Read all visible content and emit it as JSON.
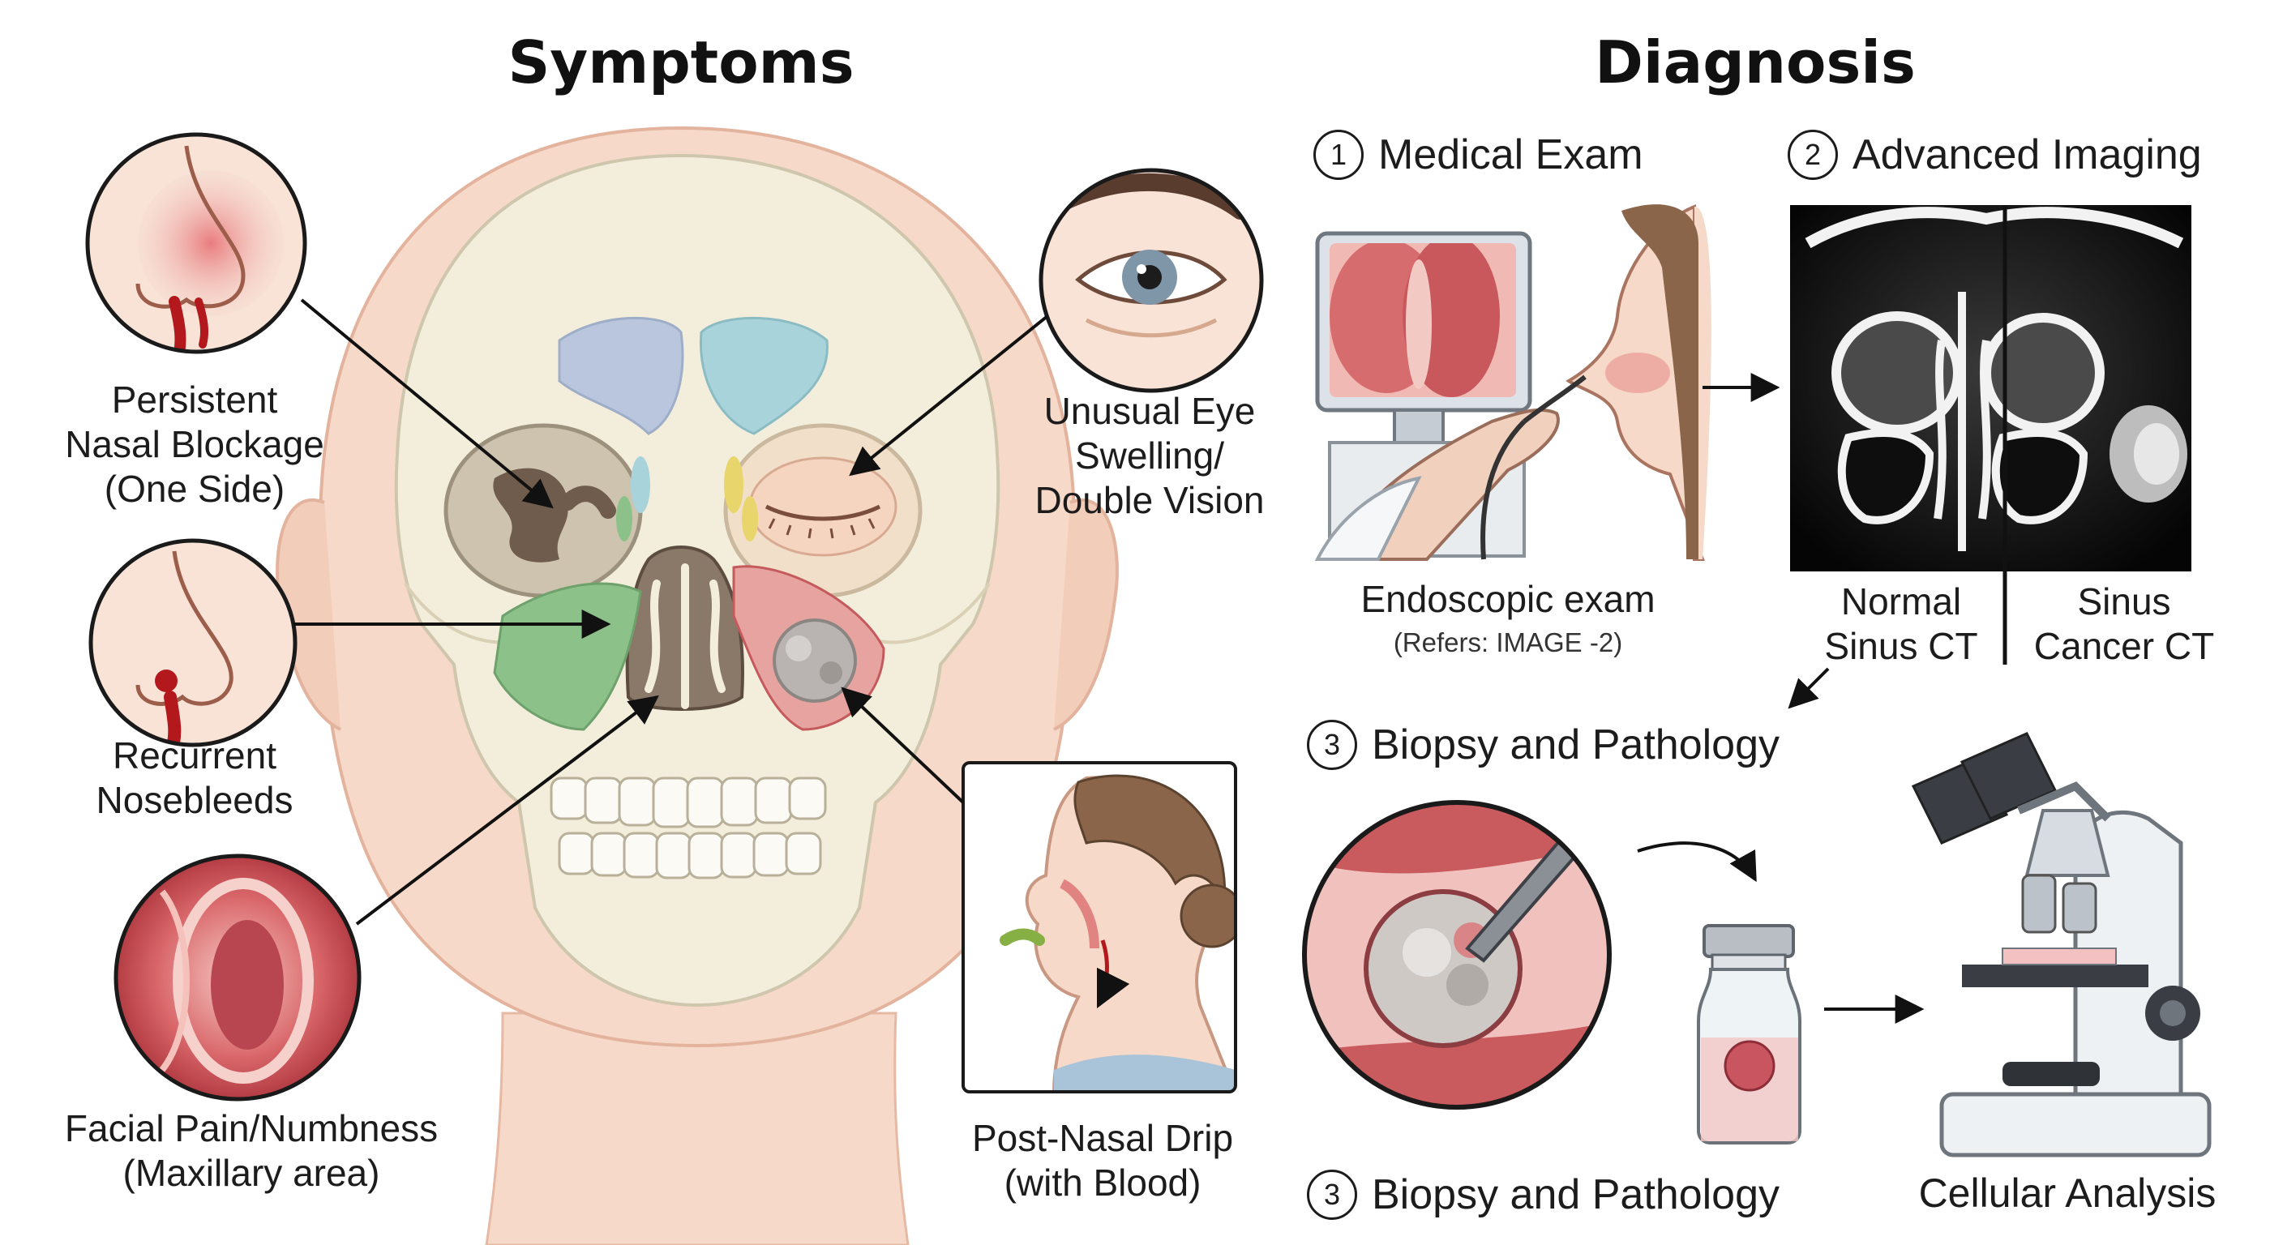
{
  "symptoms": {
    "title": "Symptoms",
    "labels": {
      "blockage": [
        "Persistent",
        "Nasal Blockage",
        "(One Side)"
      ],
      "nosebleeds": [
        "Recurrent",
        "Nosebleeds"
      ],
      "facial_pain": [
        "Facial Pain/Numbness",
        "(Maxillary area)"
      ],
      "eye": [
        "Unusual Eye",
        "Swelling/",
        "Double Vision"
      ],
      "drip": [
        "Post-Nasal Drip",
        "(with Blood)"
      ]
    }
  },
  "diagnosis": {
    "title": "Diagnosis",
    "steps": [
      {
        "num": "1",
        "label": "Medical Exam"
      },
      {
        "num": "2",
        "label": "Advanced Imaging"
      },
      {
        "num": "3",
        "label": "Biopsy and Pathology"
      },
      {
        "num": "3",
        "label": "Biopsy and Pathology"
      }
    ],
    "endoscopic": {
      "label": "Endoscopic exam",
      "note": "(Refers: IMAGE -2)"
    },
    "ct": {
      "normal": [
        "Normal",
        "Sinus CT"
      ],
      "cancer": [
        "Sinus",
        "Cancer CT"
      ]
    },
    "cellular": "Cellular Analysis"
  },
  "colors": {
    "skin": "#f6d9c8",
    "bone": "#f3eedb",
    "frontal_sinus_left": "#b9c6dd",
    "frontal_sinus_right": "#a9d3da",
    "maxillary_sinus": "#8dc18a",
    "tumor": "#b9b4b1",
    "blood": "#b3181c"
  }
}
